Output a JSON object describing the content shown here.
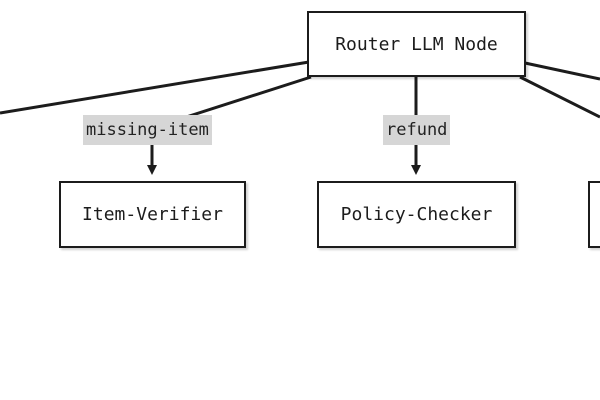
{
  "diagram": {
    "colors": {
      "stroke": "#1c1c1c",
      "label_background": "#d6d6d6",
      "background": "#ffffff"
    },
    "nodes": {
      "router": "Router LLM Node",
      "item_verifier": "Item-Verifier",
      "policy_checker": "Policy-Checker"
    },
    "edge_labels": {
      "missing_item": "missing-item",
      "refund": "refund"
    }
  }
}
